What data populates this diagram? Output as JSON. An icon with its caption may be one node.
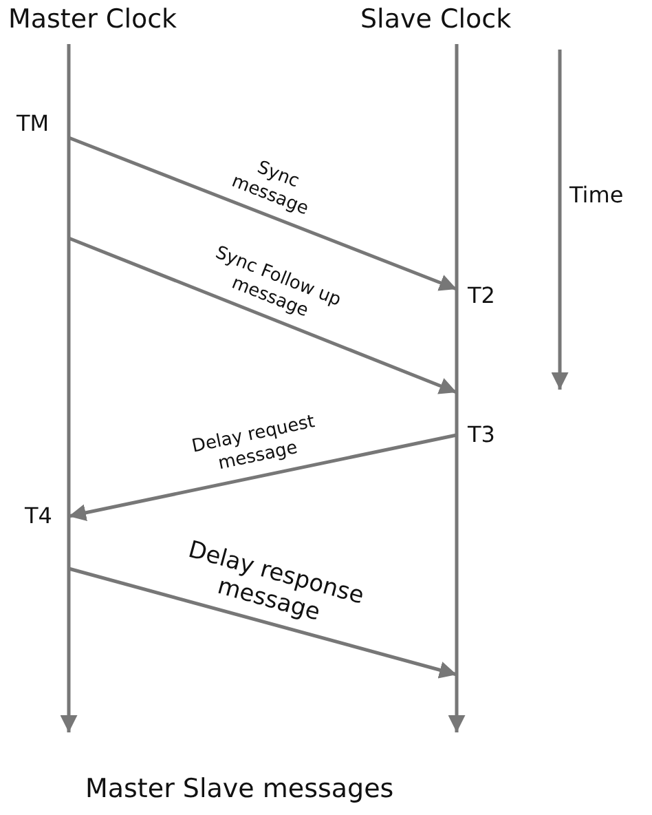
{
  "diagram": {
    "caption": "Master Slave messages",
    "nodes": [
      {
        "text": [
          "Master Clock"
        ]
      },
      {
        "text": [
          "Slave Clock"
        ]
      }
    ],
    "edges": [
      {
        "from": 0,
        "to": 1,
        "arrow": "to",
        "label": "Sync message"
      },
      {
        "from": 0,
        "to": 1,
        "arrow": "to",
        "label": "Sync Follow up message"
      },
      {
        "from": 1,
        "to": 0,
        "arrow": "to",
        "label": "Delay request message"
      },
      {
        "from": 0,
        "to": 1,
        "arrow": "to",
        "label": "Delay response message"
      }
    ],
    "labels": [
      "TM",
      "Time",
      "T2",
      "T3",
      "T4"
    ]
  }
}
